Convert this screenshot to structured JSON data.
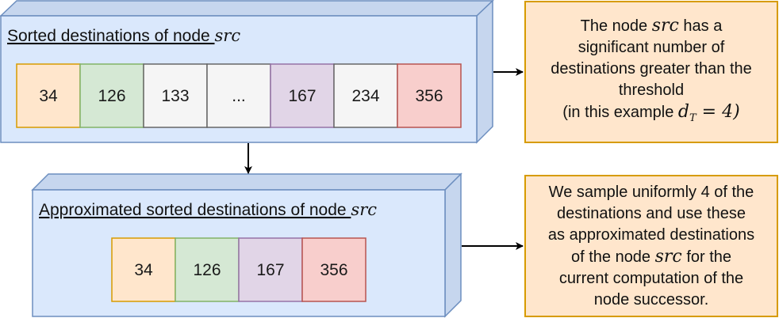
{
  "top_box": {
    "title_prefix": "Sorted destinations of node ",
    "title_var": "src",
    "cells": [
      {
        "value": "34",
        "fill": "#ffe6cc",
        "stroke": "#d79b00"
      },
      {
        "value": "126",
        "fill": "#d5e8d4",
        "stroke": "#82b366"
      },
      {
        "value": "133",
        "fill": "#f5f5f5",
        "stroke": "#666666"
      },
      {
        "value": "...",
        "fill": "#f5f5f5",
        "stroke": "#666666"
      },
      {
        "value": "167",
        "fill": "#e1d5e7",
        "stroke": "#9673a6"
      },
      {
        "value": "234",
        "fill": "#f5f5f5",
        "stroke": "#666666"
      },
      {
        "value": "356",
        "fill": "#f8cecc",
        "stroke": "#b85450"
      }
    ]
  },
  "bottom_box": {
    "title_prefix": "Approximated sorted destinations of node ",
    "title_var": "src",
    "cells": [
      {
        "value": "34",
        "fill": "#ffe6cc",
        "stroke": "#d79b00"
      },
      {
        "value": "126",
        "fill": "#d5e8d4",
        "stroke": "#82b366"
      },
      {
        "value": "167",
        "fill": "#e1d5e7",
        "stroke": "#9673a6"
      },
      {
        "value": "356",
        "fill": "#f8cecc",
        "stroke": "#b85450"
      }
    ]
  },
  "note_top": {
    "line1_a": "The node ",
    "line1_var": "src",
    "line1_b": " has a",
    "line2": "significant number of",
    "line3": "destinations greater than the",
    "line4": "threshold",
    "line5_a": "(in this example ",
    "line5_var": "d",
    "line5_sub": "T",
    "line5_b": " = 4)"
  },
  "note_bottom": {
    "line1": "We sample uniformly 4 of the",
    "line2": "destinations and use these",
    "line3": "as approximated destinations",
    "line4_a": "of the node ",
    "line4_var": "src",
    "line4_b": " for the",
    "line5": "current computation of the",
    "line6": "node successor."
  },
  "colors": {
    "box_fill": "#dae8fc",
    "box_side": "#c6d6ee",
    "box_stroke": "#6c8ebf",
    "note_fill": "#ffe6cc",
    "note_stroke": "#d79b00"
  }
}
